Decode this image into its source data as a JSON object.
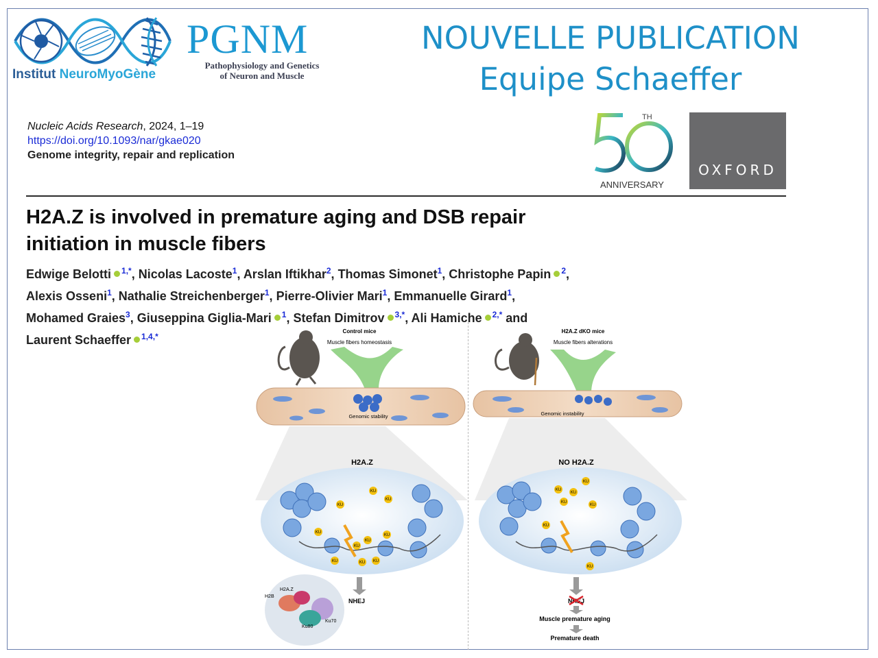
{
  "header": {
    "institute_name": "Institut NeuroMyoGène",
    "institute_name_part1": "Institut ",
    "institute_name_part2": "NeuroMyoGène",
    "pgnm_acronym": "PGNM",
    "pgnm_line1": "Pathophysiology and Genetics",
    "pgnm_line2": "of Neuron and Muscle",
    "headline_line1": "NOUVELLE PUBLICATION",
    "headline_line2": "Equipe Schaeffer"
  },
  "citation": {
    "journal": "Nucleic Acids Research",
    "year_pages": ", 2024, 1–19",
    "doi": "https://doi.org/10.1093/nar/gkae020",
    "section": "Genome integrity, repair and replication"
  },
  "badges": {
    "anniversary_number": "50",
    "anniversary_suffix": "TH",
    "anniversary_label": "ANNIVERSARY",
    "publisher": "OXFORD"
  },
  "article": {
    "title_line1": "H2A.Z is involved in premature aging and DSB repair",
    "title_line2": "initiation in muscle fibers",
    "authors": [
      {
        "name": "Edwige Belotti",
        "orcid": true,
        "aff": "1,*",
        "sep": ", "
      },
      {
        "name": "Nicolas Lacoste",
        "orcid": false,
        "aff": "1",
        "sep": ", "
      },
      {
        "name": "Arslan Iftikhar",
        "orcid": false,
        "aff": "2",
        "sep": ", "
      },
      {
        "name": "Thomas Simonet",
        "orcid": false,
        "aff": "1",
        "sep": ", "
      },
      {
        "name": "Christophe Papin",
        "orcid": true,
        "aff": "2",
        "sep": ","
      },
      {
        "name": "Alexis Osseni",
        "orcid": false,
        "aff": "1",
        "sep": ", "
      },
      {
        "name": "Nathalie Streichenberger",
        "orcid": false,
        "aff": "1",
        "sep": ", "
      },
      {
        "name": "Pierre-Olivier Mari",
        "orcid": false,
        "aff": "1",
        "sep": ", "
      },
      {
        "name": "Emmanuelle Girard",
        "orcid": false,
        "aff": "1",
        "sep": ","
      },
      {
        "name": "Mohamed Graies",
        "orcid": false,
        "aff": "3",
        "sep": ", "
      },
      {
        "name": "Giuseppina Giglia-Mari",
        "orcid": true,
        "aff": "1",
        "sep": ", "
      },
      {
        "name": "Stefan Dimitrov",
        "orcid": true,
        "aff": "3,*",
        "sep": ", "
      },
      {
        "name": "Ali Hamiche",
        "orcid": true,
        "aff": "2,*",
        "sep": " and"
      },
      {
        "name": "Laurent Schaeffer",
        "orcid": true,
        "aff": "1,4,*",
        "sep": ""
      }
    ]
  },
  "figure": {
    "left": {
      "panel_title": "Control mice",
      "subtitle": "Muscle fibers homeostasis",
      "stability_label": "Genomic stability",
      "zoom_title": "H2A.Z",
      "ku_label": "KU",
      "outcome": "NHEJ",
      "h2b_label": "H2B",
      "h2az_label": "H2A.Z",
      "ku70_label": "Ku70",
      "ku80_label": "Ku80"
    },
    "right": {
      "panel_title": "H2A.Z dKO mice",
      "subtitle": "Muscle fibers alterations",
      "instability_label": "Genomic instability",
      "zoom_title": "NO H2A.Z",
      "ku_label": "KU",
      "blocked": "NHEJ",
      "outcome1": "Muscle premature aging",
      "outcome2": "Premature death"
    }
  },
  "colors": {
    "accent_blue": "#1e90c8",
    "pgnm_blue": "#1c98d2",
    "link_blue": "#1a2bd6",
    "orcid_green": "#a6ce39",
    "oxford_gray": "#6a6a6c",
    "ku_yellow": "#f4c10f"
  }
}
